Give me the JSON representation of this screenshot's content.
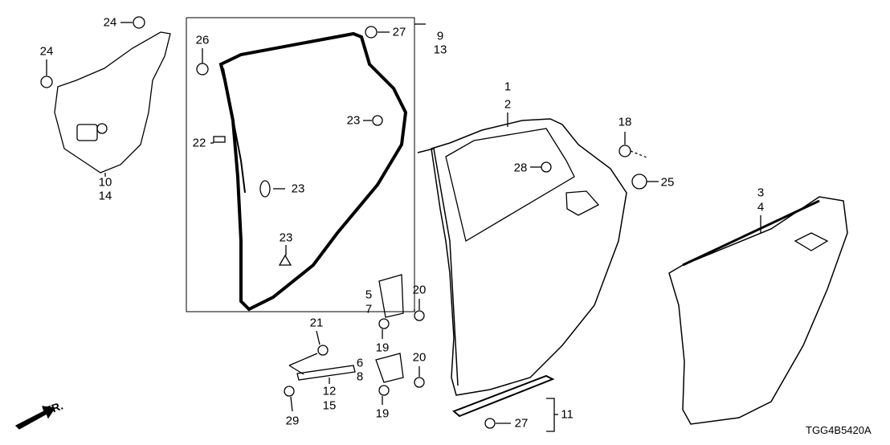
{
  "diagram": {
    "code": "TGG4B5420A",
    "direction_label": "FR.",
    "callouts": [
      "24",
      "24",
      "10",
      "14",
      "26",
      "27",
      "9",
      "13",
      "23",
      "22",
      "23",
      "23",
      "1",
      "2",
      "28",
      "18",
      "25",
      "3",
      "4",
      "5",
      "7",
      "20",
      "19",
      "21",
      "6",
      "8",
      "20",
      "19",
      "12",
      "15",
      "29",
      "11",
      "27"
    ]
  }
}
